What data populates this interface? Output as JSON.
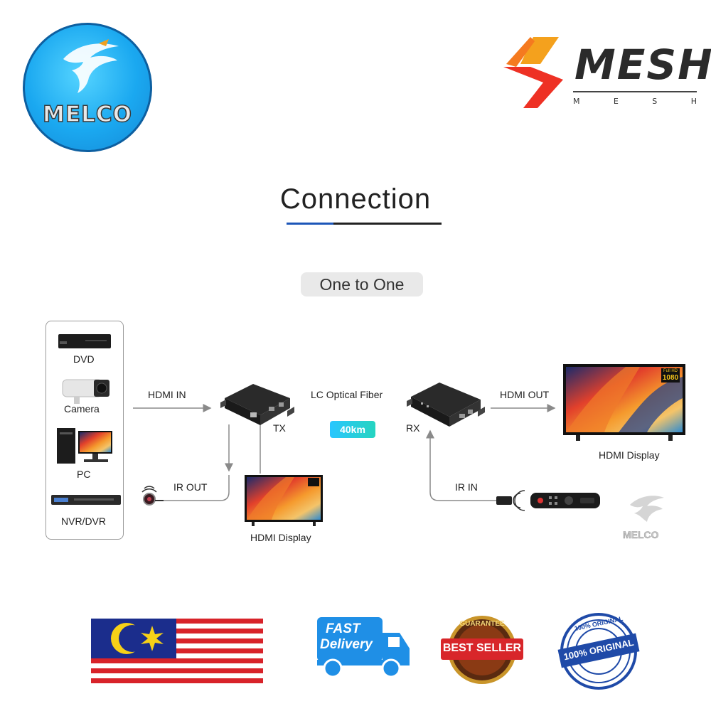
{
  "brand_left": {
    "name": "MELCO"
  },
  "brand_right": {
    "name": "MESH",
    "sub_letters": [
      "M",
      "E",
      "S",
      "H"
    ]
  },
  "title": "Connection",
  "mode_pill": "One to One",
  "sources": [
    "DVD",
    "Camera",
    "PC",
    "NVR/DVR"
  ],
  "labels": {
    "hdmi_in": "HDMI IN",
    "tx": "TX",
    "fiber": "LC Optical Fiber",
    "distance": "40km",
    "rx": "RX",
    "hdmi_out": "HDMI OUT",
    "display_right": "HDMI Display",
    "display_left": "HDMI Display",
    "ir_out": "IR OUT",
    "ir_in": "IR IN",
    "tv_badge": "1080",
    "tv_badge_top": "Full HD"
  },
  "watermark": "MELCO",
  "badges": {
    "fast": [
      "FAST",
      "Delivery"
    ],
    "best_seller": "BEST SELLER",
    "guarantee": "GUARANTEE",
    "original_center": "100% ORIGINAL",
    "original_ring": "100% ORIGINAL"
  },
  "colors": {
    "accent_blue": "#1d56b8",
    "fiber_start": "#28c6ff",
    "fiber_end": "#25d4c0",
    "mesh_orange": "#f25a1f"
  }
}
